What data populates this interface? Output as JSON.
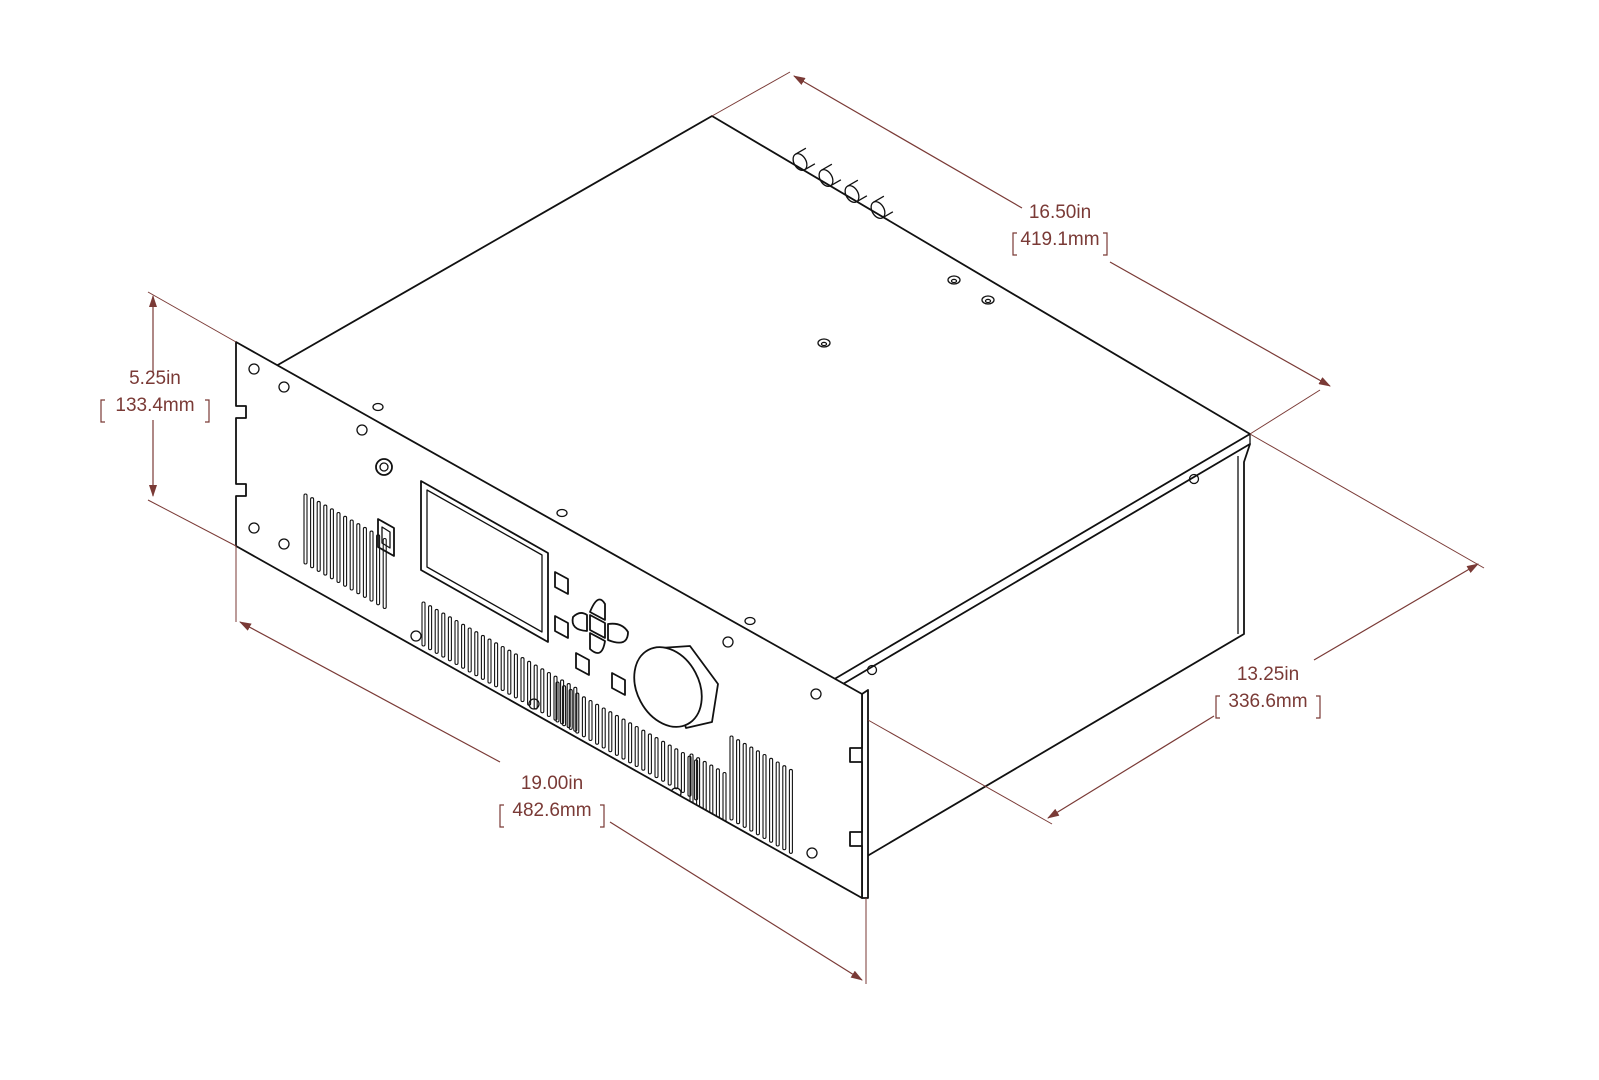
{
  "dimensions": {
    "depth": {
      "imperial": "16.50in",
      "metric": "419.1mm"
    },
    "height": {
      "imperial": "5.25in",
      "metric": "133.4mm"
    },
    "width": {
      "imperial": "19.00in",
      "metric": "482.6mm"
    },
    "chassis_depth": {
      "imperial": "13.25in",
      "metric": "336.6mm"
    }
  },
  "colors": {
    "dimension": "#7a3a36",
    "outline": "#111111",
    "background": "#ffffff"
  },
  "icons": {
    "front_panel_display": "lcd-screen",
    "front_panel_knob": "rotary-knob",
    "front_panel_nav": "direction-pad"
  }
}
